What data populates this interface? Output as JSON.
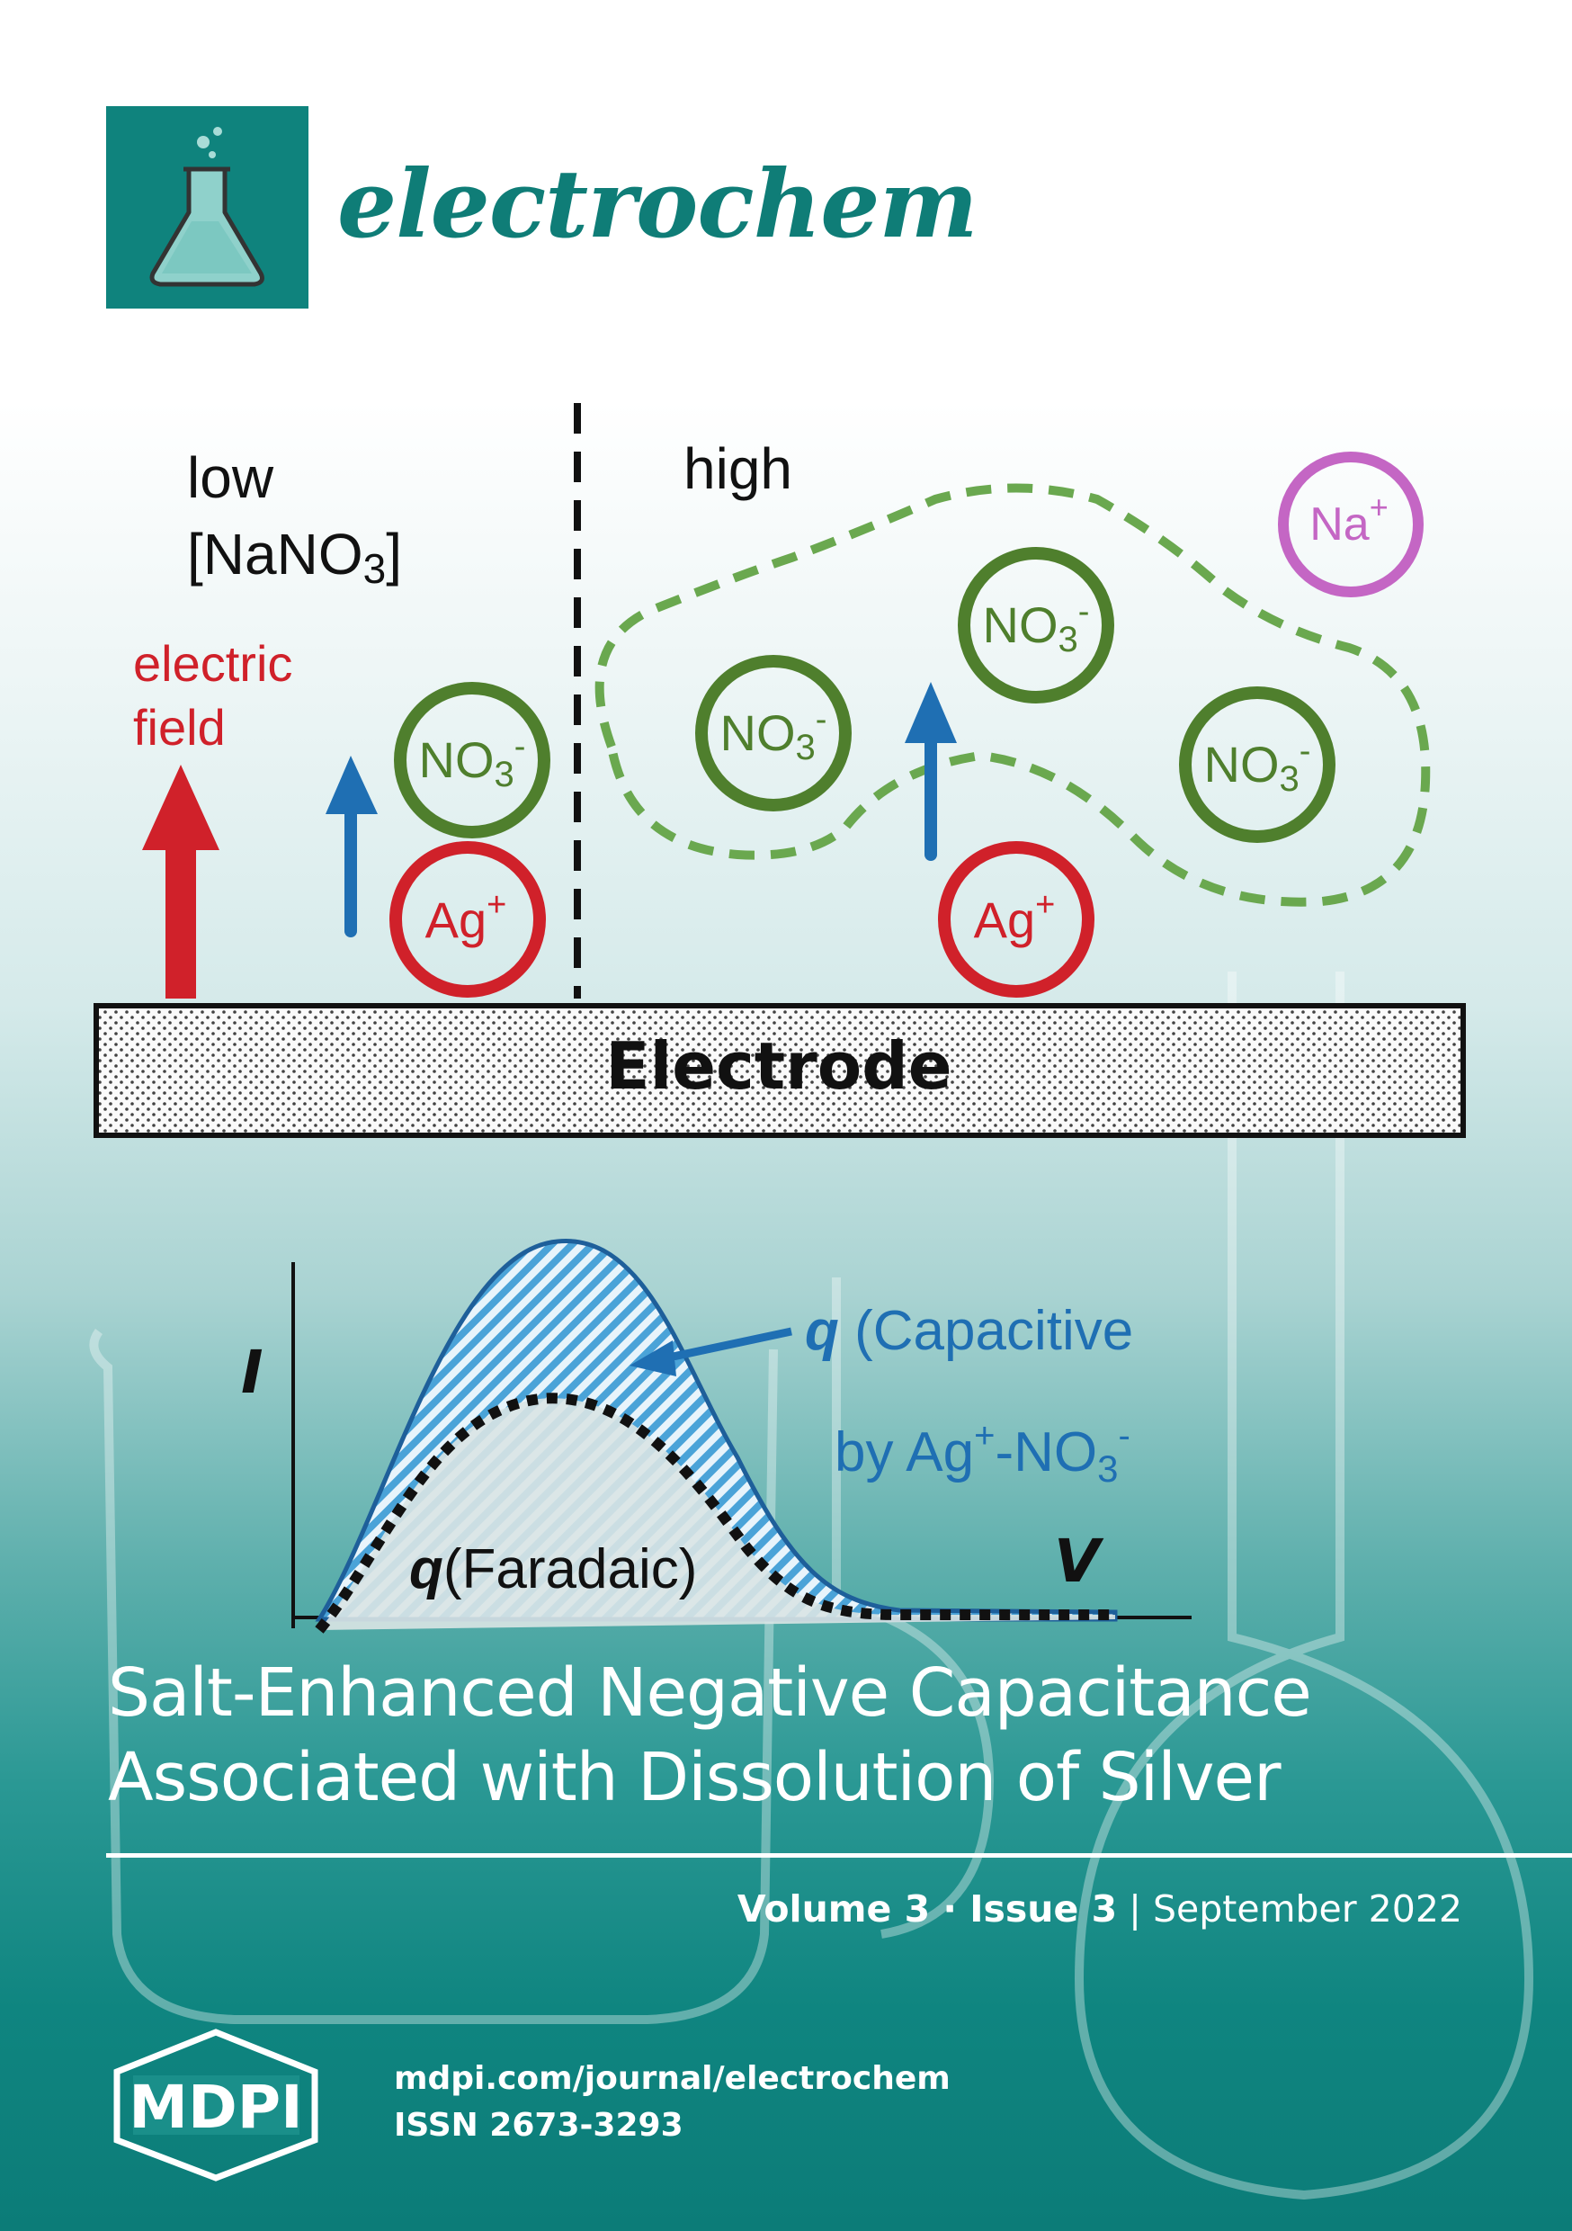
{
  "journal": {
    "name": "electrochem"
  },
  "figure": {
    "label_low_1": "low",
    "label_low_2": "[NaNO",
    "label_low_2_sub": "3",
    "label_low_2_end": "]",
    "label_high": "high",
    "field_1": "electric",
    "field_2": "field",
    "ion_no3": "NO",
    "ion_no3_sub": "3",
    "ion_no3_sup": "-",
    "ion_ag": "Ag",
    "ion_ag_sup": "+",
    "ion_na": "Na",
    "ion_na_sup": "+",
    "electrode": "Electrode"
  },
  "plot": {
    "ylabel": "I",
    "xlabel": "V",
    "cap_1_q": "q",
    "cap_1_rest": " (Capacitive",
    "cap_2_pre": "by Ag",
    "cap_2_sup1": "+",
    "cap_2_mid": "-NO",
    "cap_2_sub": "3",
    "cap_2_sup2": "-",
    "faradaic_q": "q",
    "faradaic_rest": "(Faradaic)"
  },
  "title": {
    "line1": "Salt-Enhanced Negative Capacitance",
    "line2": "Associated with Dissolution of Silver"
  },
  "issue": {
    "volume": "Volume 3",
    "sep": " · ",
    "issue": "Issue 3",
    "bar": " | ",
    "date": "September 2022"
  },
  "publisher": {
    "logo_text": "MDPI",
    "url": "mdpi.com/journal/electrochem",
    "issn": "ISSN 2673-3293"
  },
  "colors": {
    "teal": "#0f837d",
    "green": "#4f7f2d",
    "red": "#d0212a",
    "blue": "#1f6fb3",
    "purple": "#c466c4"
  }
}
